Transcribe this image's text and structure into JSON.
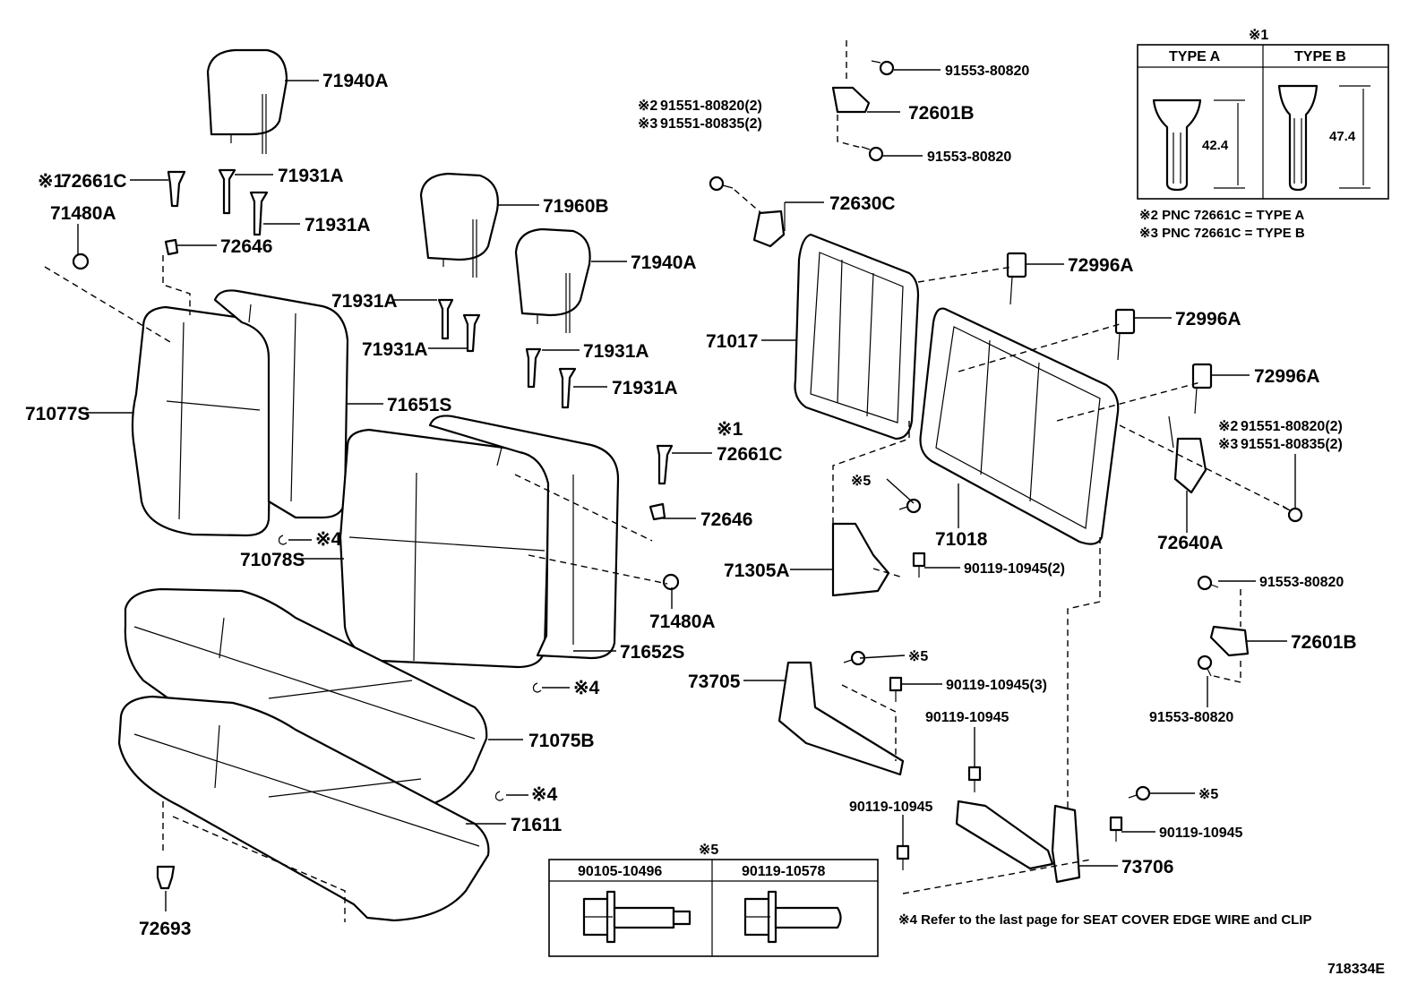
{
  "labels": {
    "p71940A_top": "71940A",
    "p72661C_left": "72661C",
    "p71931A_1": "71931A",
    "p71931A_2": "71931A",
    "p72646_left": "72646",
    "p71480A_left": "71480A",
    "p71960B": "71960B",
    "p71940A_mid": "71940A",
    "p71931A_3": "71931A",
    "p71931A_4": "71931A",
    "p71931A_5": "71931A",
    "p71931A_6": "71931A",
    "p71077S": "71077S",
    "p71651S": "71651S",
    "p72661C_right": "72661C",
    "p72646_right": "72646",
    "p71078S": "71078S",
    "p71480A_right": "71480A",
    "p71652S": "71652S",
    "p71075B": "71075B",
    "p71611": "71611",
    "p72693": "72693",
    "p91553_1": "91553-80820",
    "p72601B_top": "72601B",
    "p91553_2": "91553-80820",
    "p91551_a": "91551-80820(2)",
    "p91551_b": "91551-80835(2)",
    "p72630C": "72630C",
    "p72996A_1": "72996A",
    "p72996A_2": "72996A",
    "p72996A_3": "72996A",
    "p71017": "71017",
    "p71018": "71018",
    "p91551_c": "91551-80820(2)",
    "p91551_d": "91551-80835(2)",
    "p72640A": "72640A",
    "p71305A": "71305A",
    "p90119_2": "90119-10945(2)",
    "p91553_3": "91553-80820",
    "p72601B_bot": "72601B",
    "p91553_4": "91553-80820",
    "p73705": "73705",
    "p90119_3": "90119-10945(3)",
    "p90119_a": "90119-10945",
    "p90119_b": "90119-10945",
    "p90119_c": "90119-10945",
    "p73706": "73706"
  },
  "marks": {
    "m1": "※1",
    "m2": "※2",
    "m3": "※3",
    "m4": "※4",
    "m5": "※5"
  },
  "type_table": {
    "title_mark": "※1",
    "col_a": "TYPE A",
    "col_b": "TYPE B",
    "dim_a": "42.4",
    "dim_b": "47.4",
    "note_2": "※2 PNC 72661C = TYPE A",
    "note_3": "※3 PNC 72661C = TYPE B"
  },
  "bolt_table": {
    "title_mark": "※5",
    "col_a": "90105-10496",
    "col_b": "90119-10578"
  },
  "footnote": "※4 Refer to the last page for SEAT COVER EDGE WIRE and CLIP",
  "figure_id": "718334E"
}
